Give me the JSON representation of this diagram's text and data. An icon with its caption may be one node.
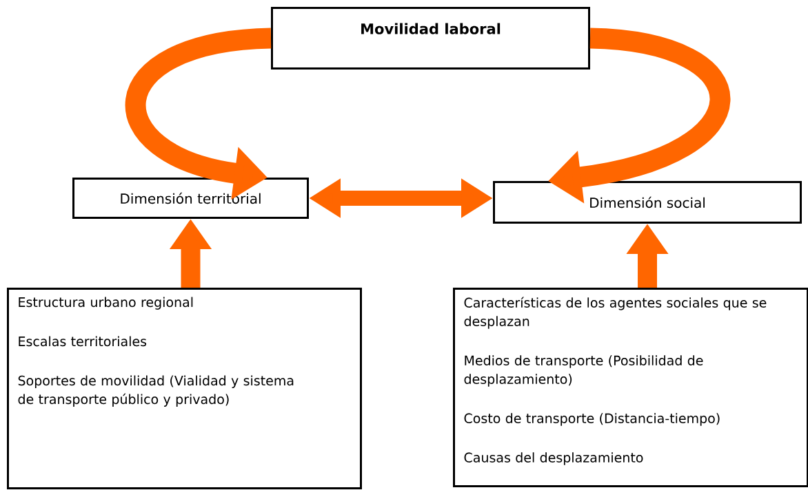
{
  "diagram": {
    "nodes": [
      {
        "text": [
          "Movilidad laboral"
        ]
      },
      {
        "text": [
          "Dimensión territorial"
        ]
      },
      {
        "text": [
          "Dimensión social"
        ]
      },
      {
        "text": [
          "Estructura urbano regional",
          "Escalas territoriales",
          "Soportes de movilidad (Vialidad y sistema de transporte público y privado)"
        ]
      },
      {
        "text": [
          "Características de los agentes sociales que se desplazan",
          "Medios de transporte (Posibilidad de desplazamiento)",
          "Costo de transporte (Distancia-tiempo)",
          "Causas del desplazamiento"
        ]
      }
    ],
    "edges": [
      {
        "from": 0,
        "to": 1,
        "arrow": "to"
      },
      {
        "from": 0,
        "to": 2,
        "arrow": "to"
      },
      {
        "from": 1,
        "to": 2,
        "arrow": "both"
      },
      {
        "from": 3,
        "to": 1,
        "arrow": "to"
      },
      {
        "from": 4,
        "to": 2,
        "arrow": "to"
      }
    ]
  }
}
